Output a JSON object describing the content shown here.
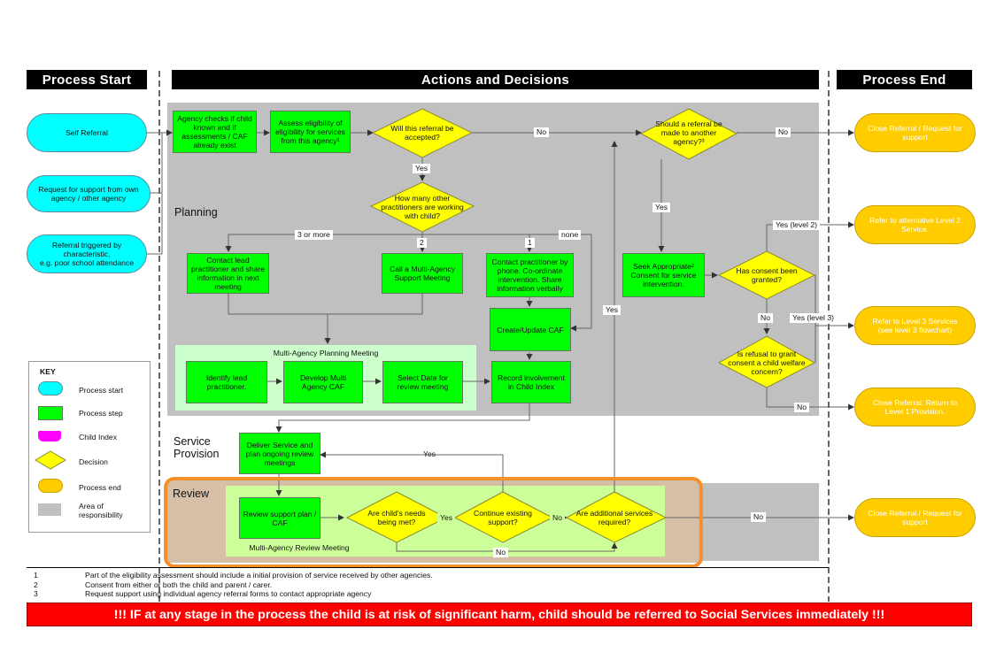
{
  "headers": {
    "process_start": "Process Start",
    "actions_decisions": "Actions and Decisions",
    "process_end": "Process End"
  },
  "areas": {
    "planning": "Planning",
    "service_provision": "Service\nProvision",
    "review": "Review",
    "multi_agency_planning": "Multi-Agency Planning Meeting",
    "multi_agency_review": "Multi-Agency Review Meeting"
  },
  "starts": {
    "self_referral": "Self Referral",
    "request_support": "Request for support from own agency / other agency",
    "referral_triggered": "Referral triggered by characteristic,\ne.g. poor school attendance"
  },
  "steps": {
    "agency_checks": "Agency checks if child known and if assessments / CAF already exist",
    "assess_eligibility": "Assess eligibility of eligibility for services from this agency¹",
    "contact_lead": "Contact lead practitioner and share information in next meeting",
    "call_meeting": "Call a Multi-Agency Support Meeting",
    "contact_practitioner": "Contact practitioner by phone.  Co-ordinate intervention. Share information verbally",
    "create_caf": "Create/Update CAF",
    "seek_consent": "Seek Appropriate² Consent for service intervention.",
    "identify_lead": "Identify lead practitioner.",
    "develop_caf": "Develop Multi Agency CAF",
    "select_date": "Select Date for review meeting",
    "record_involvement": "Record involvement in Child Index",
    "deliver_service": "Deliver Service and plan ongoing review meetings",
    "review_support": "Review support plan / CAF"
  },
  "decisions": {
    "accepted": "Will this referral be accepted?",
    "how_many": "How many other practitioners are working with child?",
    "another_agency": "Should a referral be made to another agency?³",
    "consent_granted": "Has consent  been granted?",
    "refusal_concern": "Is refusal to grant consent a child welfare concern?",
    "needs_met": "Are child's needs being met?",
    "continue_support": "Continue existing support?",
    "additional_services": "Are additional services required?"
  },
  "ends": {
    "close_request_1": "Close Referral / Request for support",
    "refer_level2": "Refer to alternative Level 2 Service.",
    "refer_level3": "Refer to Level 3 Services (see level 3 flowchart)",
    "close_return": "Close Referral. Return to Level 1 Provision.",
    "close_request_2": "Close Referral / Request for support"
  },
  "edge_labels": {
    "no_accepted": "No",
    "yes_accepted": "Yes",
    "no_another": "No",
    "yes_another": "Yes",
    "three_or_more": "3 or more",
    "two": "2",
    "one": "1",
    "none": "none",
    "yes_level2": "Yes (level 2)",
    "no_consent": "No",
    "yes_level3": "Yes (level 3)",
    "no_refusal": "No",
    "yes_review_loop": "Yes",
    "yes_vertical": "Yes",
    "yes_needs_met": "Yes",
    "no_continue": "No",
    "no_needs_met": "No",
    "no_additional": "No"
  },
  "key": {
    "title": "KEY",
    "items": [
      "Process start",
      "Process step",
      "Child Index",
      "Decision",
      "Process end",
      "Area of responsibility"
    ]
  },
  "footnotes": [
    {
      "num": "1",
      "text": "Part of the eligibility assessment should include a initial provision of service received by other agencies."
    },
    {
      "num": "2",
      "text": "Consent from either or both the child and parent / carer."
    },
    {
      "num": "3",
      "text": "Request support using individual agency referral forms to contact appropriate agency"
    }
  ],
  "warning": "!!! IF at any stage in the process the child is at risk of significant harm, child should be referred to Social Services immediately !!!",
  "colors": {
    "process_step": "#00ff00",
    "process_start": "#00ffff",
    "process_end": "#ffcc00",
    "decision": "#ffff00",
    "area": "#c0c0c0",
    "child_index": "#ff00ff",
    "review_border": "#f7902a",
    "warning_bg": "#ff0000"
  }
}
